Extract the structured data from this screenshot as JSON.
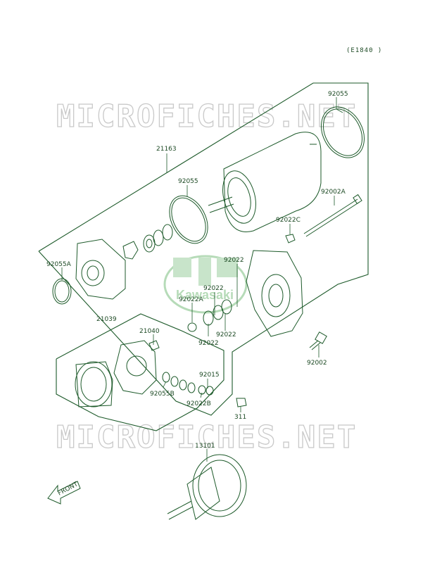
{
  "diagram_code": "(E1840 )",
  "watermark": {
    "text": "MICROFICHES.NET",
    "logo_text": "Kawasaki"
  },
  "front_label": "FRONT",
  "parts": {
    "p92055_top": "92055",
    "p21163": "21163",
    "p92055_mid": "92055",
    "p92002A": "92002A",
    "p92022C": "92022C",
    "p92055A": "92055A",
    "p92022_a": "92022",
    "p92022_b": "92022",
    "p92022A": "92022A",
    "p92022_c": "92022",
    "p92022_d": "92022",
    "p21039": "21039",
    "p21040": "21040",
    "p92002": "92002",
    "p92015": "92015",
    "p92055B": "92055B",
    "p92022B": "92022B",
    "p311": "311",
    "p13101": "13101"
  },
  "colors": {
    "line": "#1d5a2a",
    "watermark": "#c9c9c9",
    "logo": "#7bbf7f"
  }
}
